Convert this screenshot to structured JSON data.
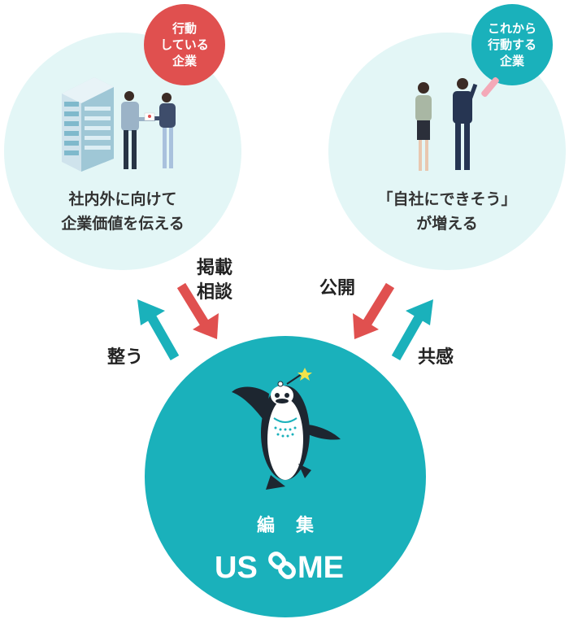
{
  "left": {
    "badge": "行動\nしている\n企業",
    "text": "社内外に向けて\n企業価値を伝える",
    "colors": {
      "badge": "#e0504f",
      "circle": "#e3f6f6"
    }
  },
  "right": {
    "badge": "これから\n行動する\n企業",
    "text": "「自社にできそう」\nが増える",
    "colors": {
      "badge": "#1ab1bb",
      "circle": "#e3f6f6"
    }
  },
  "arrows": {
    "keisai": "掲載\n相談",
    "koukai": "公開",
    "totonou": "整う",
    "kyoukan": "共感",
    "colors": {
      "red": "#e0504f",
      "teal": "#1ab1bb"
    }
  },
  "center": {
    "label": "編集",
    "logo": "US ME",
    "color": "#1ab1bb"
  },
  "icons": [
    "building-icon",
    "handshake-people-icon",
    "discussing-people-icon",
    "penguin-mascot-icon",
    "link-icon"
  ]
}
